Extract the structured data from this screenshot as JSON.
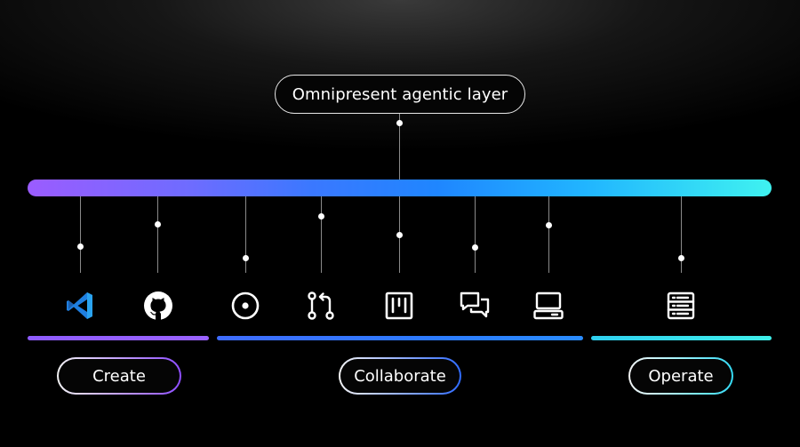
{
  "diagram": {
    "top_label": "Omnipresent agentic layer",
    "sections": [
      {
        "label": "Create",
        "color": "#9a62ff"
      },
      {
        "label": "Collaborate",
        "color": "#2c7bff"
      },
      {
        "label": "Operate",
        "color": "#3fefea"
      }
    ],
    "gradient": [
      "#9b5cff",
      "#1f86ff",
      "#3ff2f0"
    ],
    "icons": [
      {
        "name": "vscode-icon",
        "section": "Create"
      },
      {
        "name": "github-icon",
        "section": "Create"
      },
      {
        "name": "issue-icon",
        "section": "Collaborate"
      },
      {
        "name": "pull-request-icon",
        "section": "Collaborate"
      },
      {
        "name": "project-board-icon",
        "section": "Collaborate"
      },
      {
        "name": "discussions-icon",
        "section": "Collaborate"
      },
      {
        "name": "codespaces-icon",
        "section": "Collaborate"
      },
      {
        "name": "server-icon",
        "section": "Operate"
      }
    ]
  }
}
